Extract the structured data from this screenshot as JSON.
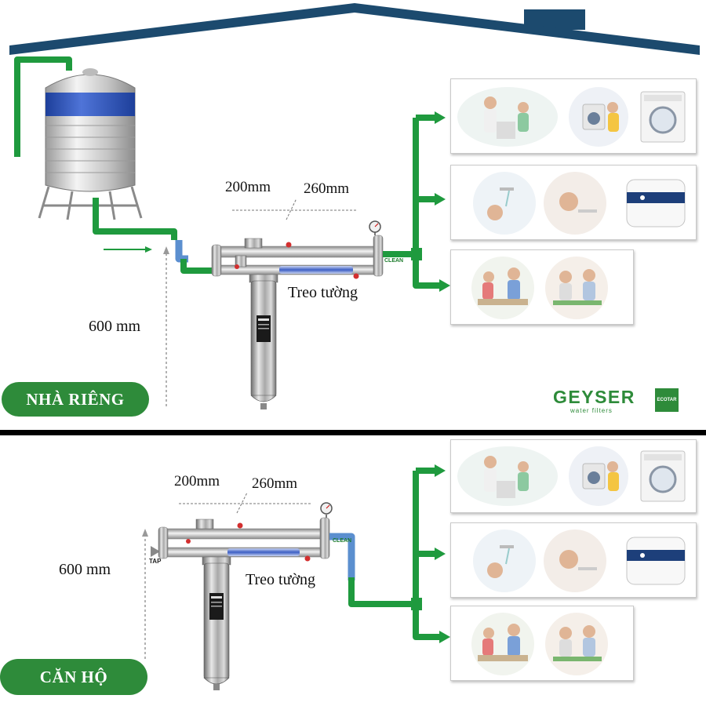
{
  "top_section": {
    "label": "NHÀ RIÊNG",
    "dim_short": "200mm",
    "dim_long": "260mm",
    "mount_label": "Treo tường",
    "height_label": "600 mm",
    "outlet_label": "CLEAN"
  },
  "bottom_section": {
    "label": "CĂN HỘ",
    "dim_short": "200mm",
    "dim_long": "260mm",
    "mount_label": "Treo tường",
    "height_label": "600 mm",
    "inlet_label": "TAP",
    "outlet_label": "CLEAN"
  },
  "brand": {
    "name": "GEYSER",
    "tagline": "water filters",
    "badge": "ECOTAR"
  },
  "colors": {
    "pipe_green": "#1f9a3e",
    "roof_navy": "#1c4a6e",
    "label_green": "#2e8b3a",
    "divider": "#000000"
  }
}
